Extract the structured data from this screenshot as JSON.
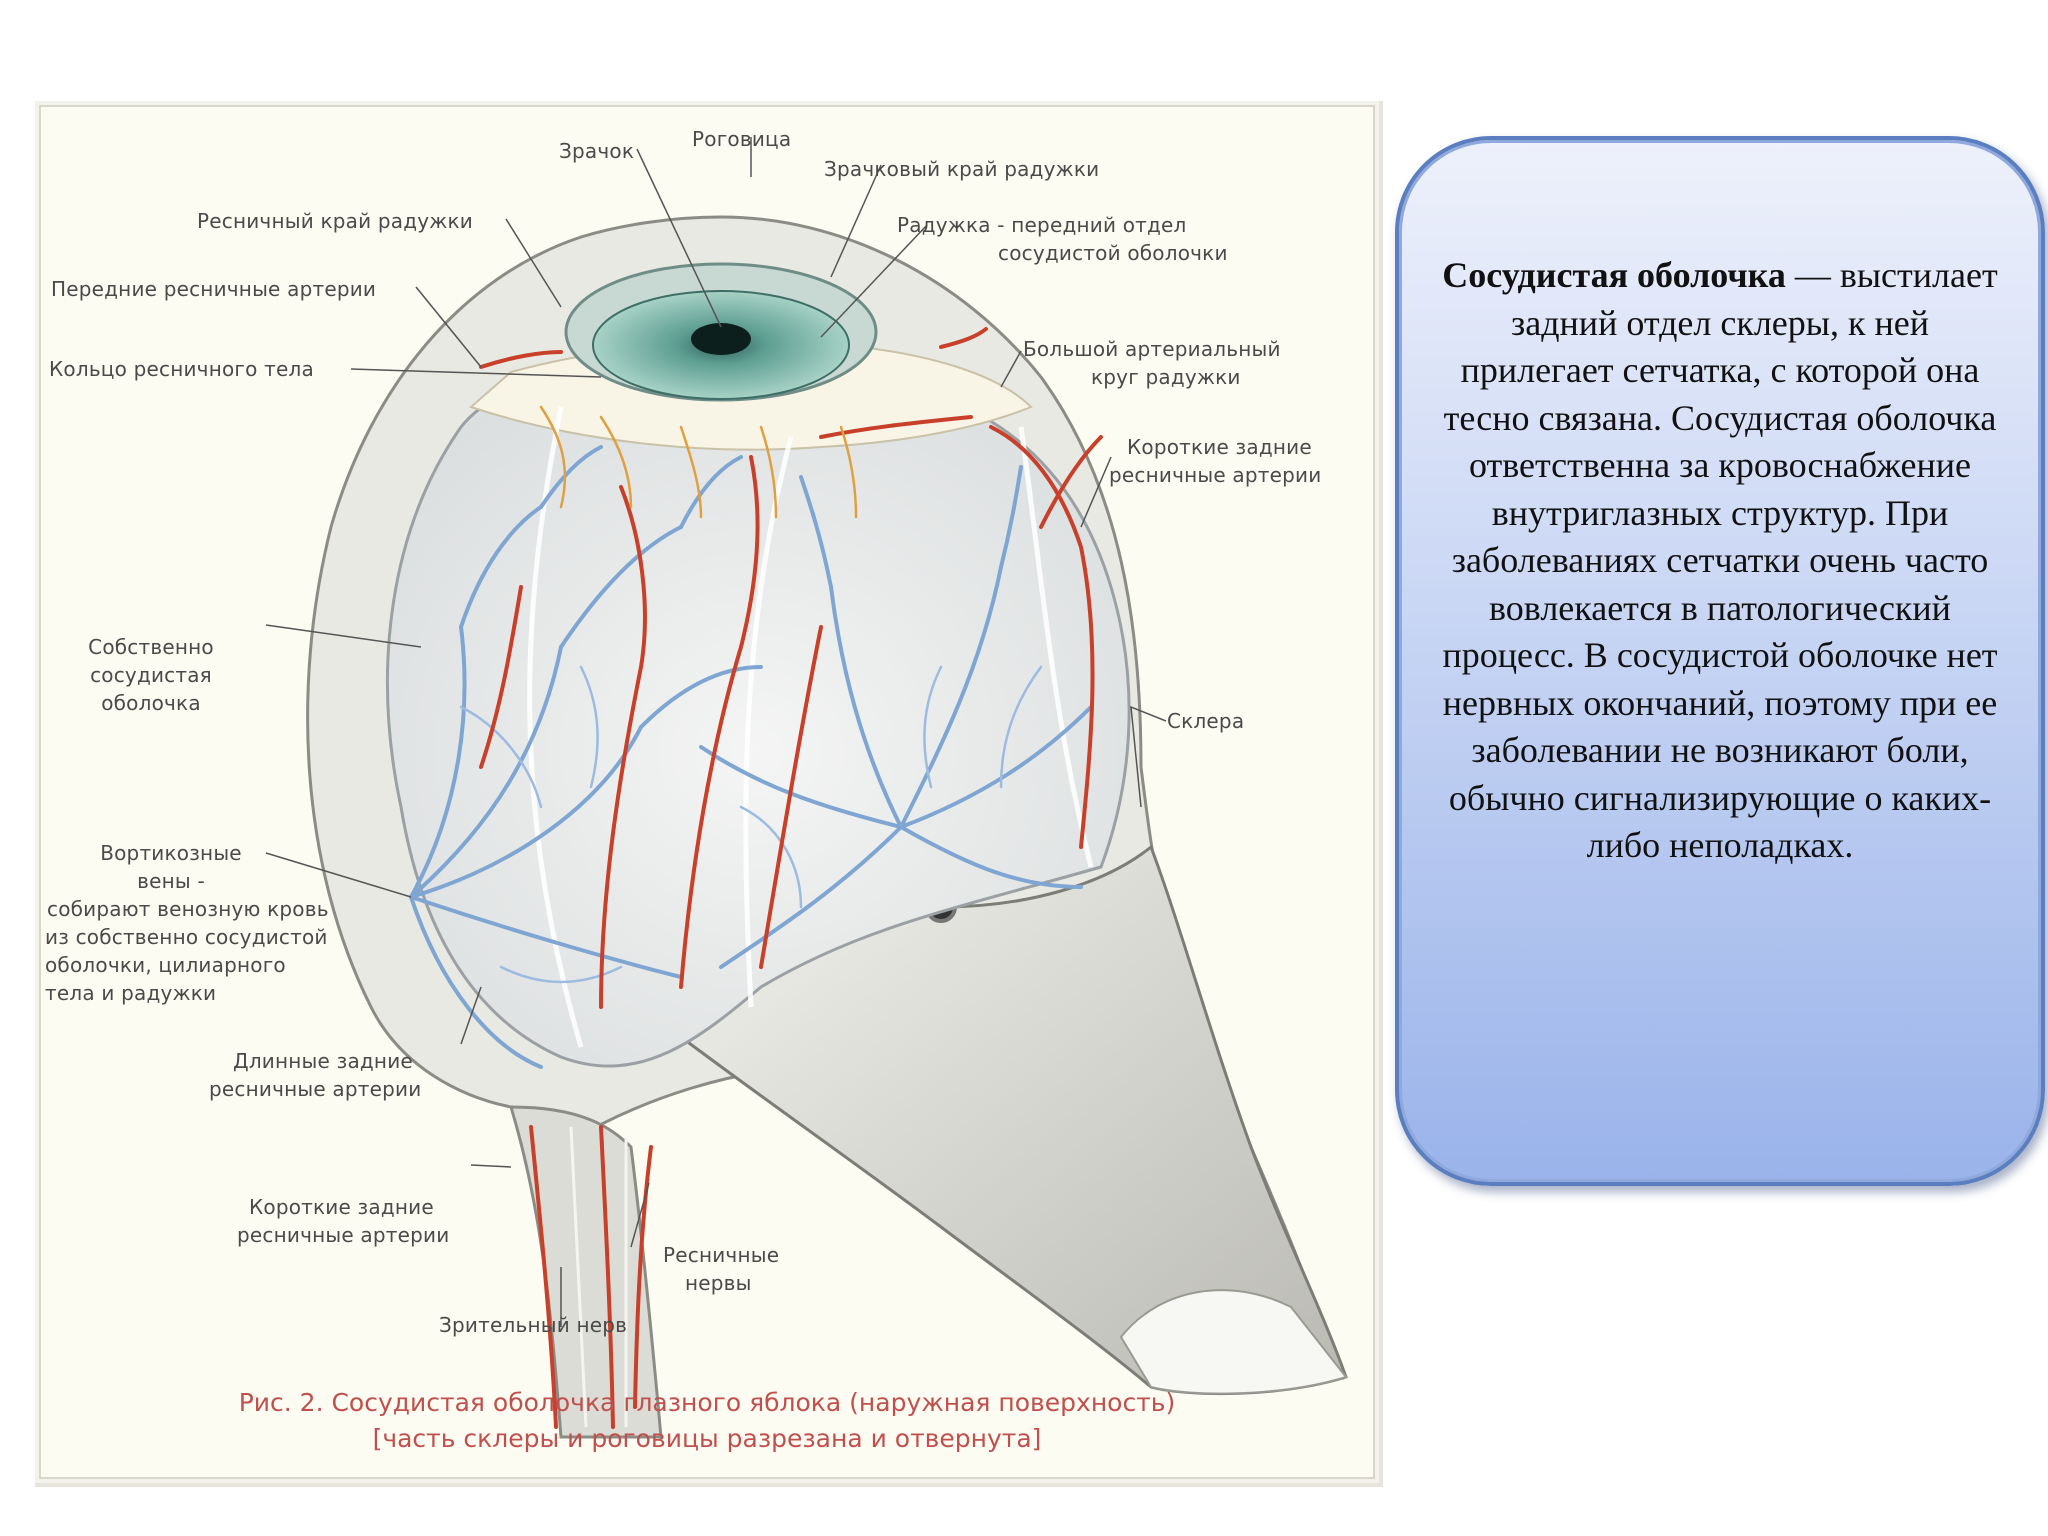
{
  "figure": {
    "labels": {
      "pupil": "Зрачок",
      "cornea": "Роговица",
      "pupillary_margin": "Зрачковый край радужки",
      "ciliary_margin": "Ресничный край радужки",
      "iris_line1": "Радужка - передний отдел",
      "iris_line2": "сосудистой оболочки",
      "anterior_ciliary_arteries": "Передние ресничные артерии",
      "ciliary_ring": "Кольцо ресничного тела",
      "major_arterial_line1": "Большой артериальный",
      "major_arterial_line2": "круг радужки",
      "short_post_upper_line1": "Короткие задние",
      "short_post_upper_line2": "ресничные артерии",
      "choroid_proper_line1": "Собственно",
      "choroid_proper_line2": "сосудистая",
      "choroid_proper_line3": "оболочка",
      "sclera": "Склера",
      "vortex_line1": "Вортикозные",
      "vortex_line2": "вены -",
      "vortex_line3": "собирают венозную кровь",
      "vortex_line4": "из собственно сосудистой",
      "vortex_line5": "оболочки,     цилиарного",
      "vortex_line6": "тела   и   радужки",
      "long_post_line1": "Длинные задние",
      "long_post_line2": "ресничные артерии",
      "short_post_lower_line1": "Короткие задние",
      "short_post_lower_line2": "ресничные артерии",
      "ciliary_nerves_line1": "Ресничные",
      "ciliary_nerves_line2": "нервы",
      "optic_nerve": "Зрительный нерв"
    },
    "caption_line1": "Рис. 2. Сосудистая оболочка глазного яблока (наружная поверхность)",
    "caption_line2": "[часть склеры и роговицы разрезана и отвернута]"
  },
  "info": {
    "title": "Сосудистая оболочка",
    "text": " — выстилает задний отдел склеры, к ней прилегает сетчатка, с которой она тесно связана. Сосудистая оболочка ответственна за кровоснабжение внутриглазных структур. При заболеваниях сетчатки очень часто вовлекается в патологический процесс. В сосудистой оболочке нет нервных окончаний, поэтому при ее заболевании не возникают боли, обычно сигнализирующие о каких-либо неполадках."
  },
  "colors": {
    "artery": "#c8402a",
    "vein": "#7fa6d2",
    "iris": "#7fb3a6",
    "sclera": "#d8d8d2",
    "caption": "#c0504d",
    "box_border": "#5a7ec0"
  }
}
